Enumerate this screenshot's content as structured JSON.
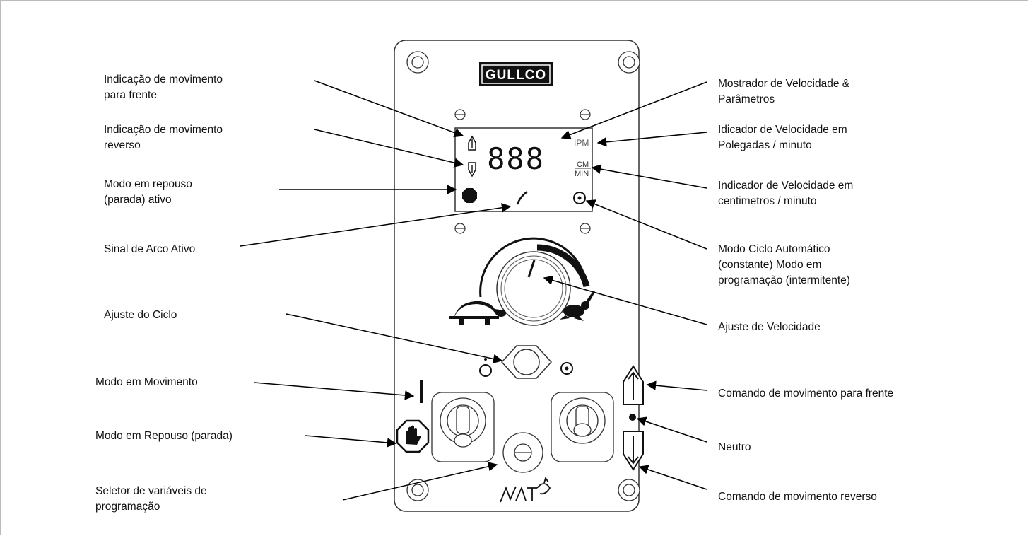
{
  "brand": "GULLCO",
  "display": {
    "digits": "888",
    "unit_ipm": "IPM",
    "unit_cm": "CM",
    "unit_min": "MIN"
  },
  "labels_left": [
    {
      "id": "fwd-indication",
      "lines": [
        "Indicação de movimento",
        "para frente"
      ]
    },
    {
      "id": "rev-indication",
      "lines": [
        "Indicação de movimento",
        "reverso"
      ]
    },
    {
      "id": "standby-active",
      "lines": [
        "Modo em repouso",
        "(parada) ativo"
      ]
    },
    {
      "id": "arc-signal",
      "lines": [
        "Sinal de Arco Ativo"
      ]
    },
    {
      "id": "cycle-adjust",
      "lines": [
        "Ajuste do Ciclo"
      ]
    },
    {
      "id": "motion-mode",
      "lines": [
        "Modo em Movimento"
      ]
    },
    {
      "id": "standby-mode",
      "lines": [
        "Modo em Repouso (parada)"
      ]
    },
    {
      "id": "program-selector",
      "lines": [
        "Seletor de variáveis de",
        "programação"
      ]
    }
  ],
  "labels_right": [
    {
      "id": "speed-display",
      "lines": [
        "Mostrador de Velocidade &",
        "Parâmetros"
      ]
    },
    {
      "id": "ipm-indicator",
      "lines": [
        "Idicador de Velocidade em",
        "Polegadas / minuto"
      ]
    },
    {
      "id": "cm-indicator",
      "lines": [
        "Indicador de Velocidade em",
        "centimetros / minuto"
      ]
    },
    {
      "id": "auto-cycle",
      "lines": [
        "Modo Ciclo Automático",
        "(constante) Modo em",
        "programação (intermitente)"
      ]
    },
    {
      "id": "speed-adjust",
      "lines": [
        "Ajuste de Velocidade"
      ]
    },
    {
      "id": "fwd-command",
      "lines": [
        "Comando de movimento para frente"
      ]
    },
    {
      "id": "neutral",
      "lines": [
        "Neutro"
      ]
    },
    {
      "id": "rev-command",
      "lines": [
        "Comando de movimento reverso"
      ]
    }
  ]
}
